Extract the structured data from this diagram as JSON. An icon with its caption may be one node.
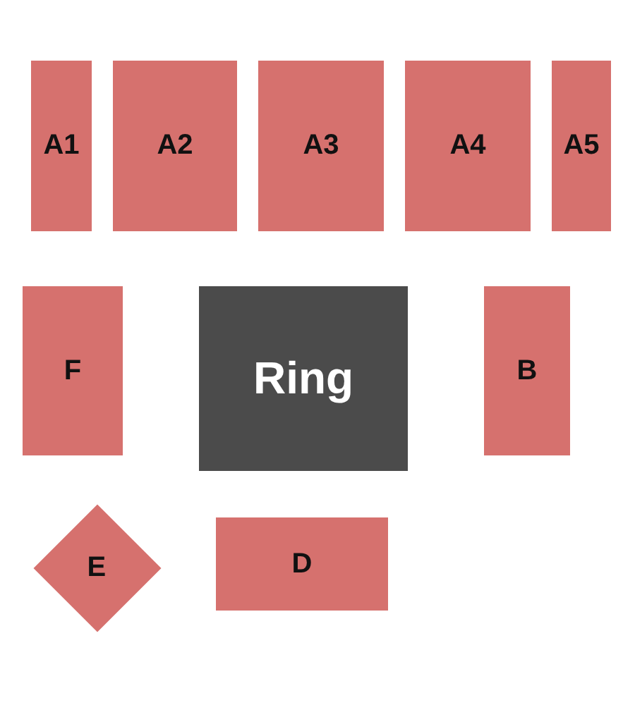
{
  "diagram": {
    "nodes": [
      {
        "text": [
          "A1"
        ]
      },
      {
        "text": [
          "A2"
        ]
      },
      {
        "text": [
          "A3"
        ]
      },
      {
        "text": [
          "A4"
        ]
      },
      {
        "text": [
          "A5"
        ]
      },
      {
        "text": [
          "F"
        ]
      },
      {
        "text": [
          "Ring"
        ]
      },
      {
        "text": [
          "B"
        ]
      },
      {
        "text": [
          "E"
        ]
      },
      {
        "text": [
          "D"
        ]
      }
    ]
  }
}
